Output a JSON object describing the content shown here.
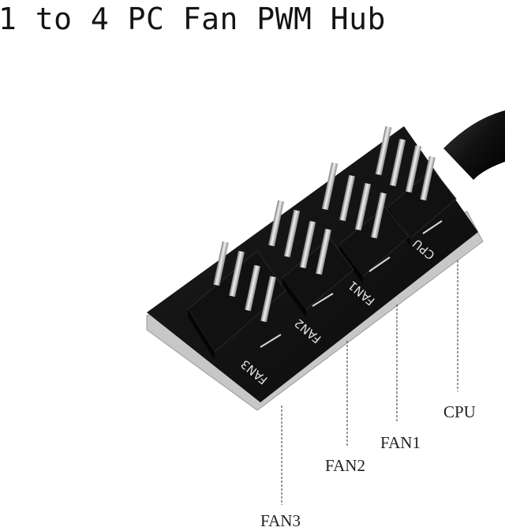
{
  "title": "1 to 4 PC Fan PWM Hub",
  "board_labels": {
    "cpu": "CPU",
    "fan1": "FAN1",
    "fan2": "FAN2",
    "fan3": "FAN3"
  },
  "callouts": {
    "cpu": "CPU",
    "fan1": "FAN1",
    "fan2": "FAN2",
    "fan3": "FAN3"
  }
}
